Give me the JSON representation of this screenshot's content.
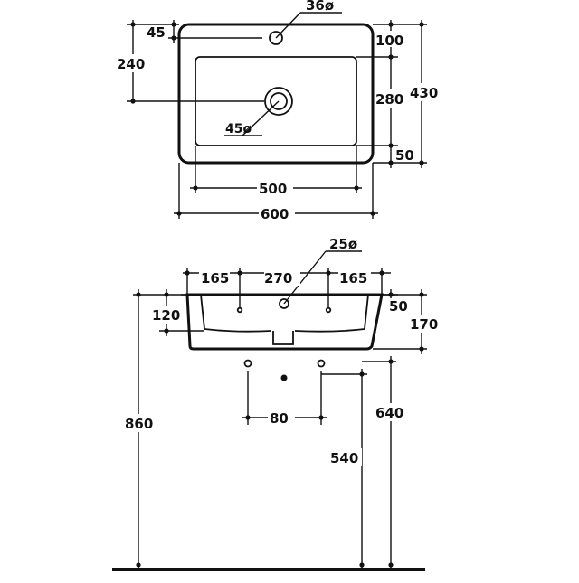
{
  "drawing": {
    "top_view": {
      "dims": {
        "tap_hole_diameter": "36ø",
        "tap_hole_offset": "45",
        "drain_position": "240",
        "drain_diameter": "45ø",
        "rim_top": "100",
        "bowl_depth": "280",
        "rim_bottom": "50",
        "overall_depth": "430",
        "bowl_width": "500",
        "overall_width": "600"
      }
    },
    "front_view": {
      "dims": {
        "overflow_diameter": "25ø",
        "left_spacing": "165",
        "center_spacing": "270",
        "right_spacing": "165",
        "rim_thickness": "50",
        "bowl_height": "120",
        "overall_height": "170",
        "trap_spacing": "80",
        "floor_to_rim": "860",
        "floor_to_top": "640",
        "floor_to_outlet": "540"
      }
    }
  }
}
